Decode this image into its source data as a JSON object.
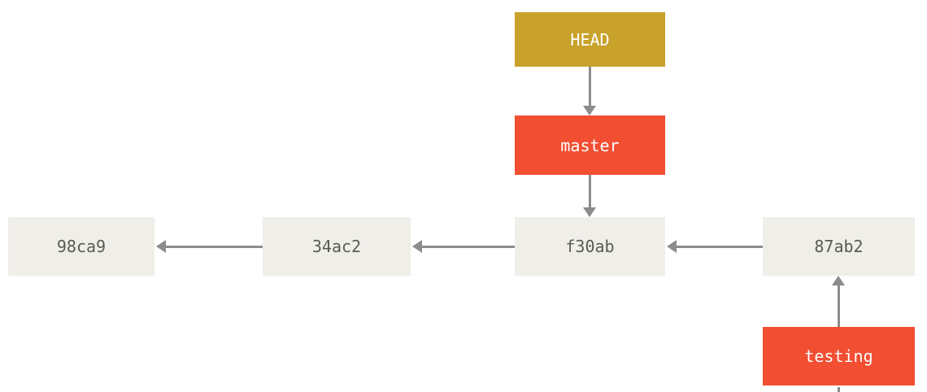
{
  "diagram": {
    "head": {
      "label": "HEAD"
    },
    "branches": {
      "master": {
        "label": "master"
      },
      "testing": {
        "label": "testing"
      }
    },
    "commits": [
      {
        "id": "98ca9"
      },
      {
        "id": "34ac2"
      },
      {
        "id": "f30ab"
      },
      {
        "id": "87ab2"
      }
    ],
    "edges": [
      "HEAD -> master",
      "master -> f30ab",
      "34ac2 -> 98ca9",
      "f30ab -> 34ac2",
      "87ab2 -> f30ab",
      "testing -> 87ab2"
    ],
    "colors": {
      "head_bg": "#C8A22B",
      "branch_bg": "#F14E32",
      "commit_bg": "#EFEEE9",
      "commit_text": "#5B5B54",
      "arrow": "#8C8C8C",
      "label_text": "#FFFFFF"
    }
  }
}
